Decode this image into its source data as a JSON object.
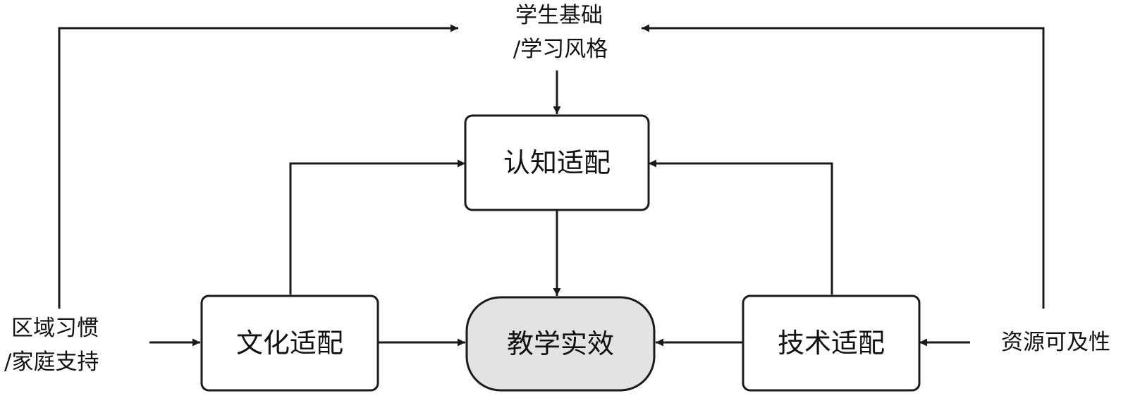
{
  "nodes": {
    "cognitive": "认知适配",
    "cultural": "文化适配",
    "outcome": "教学实效",
    "technical": "技术适配"
  },
  "labels": {
    "student_line1": "学生基础",
    "student_line2": "/学习风格",
    "region_line1": "区域习惯",
    "region_line2": "/家庭支持",
    "resource": "资源可及性"
  },
  "colors": {
    "stroke": "#1a1a1a",
    "outcome_fill": "#e3e3e3",
    "box_fill": "#ffffff"
  }
}
